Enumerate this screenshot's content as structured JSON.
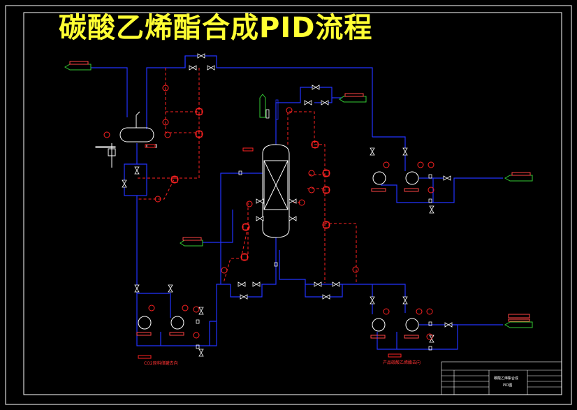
{
  "title": "碳酸乙烯酯合成PID流程",
  "labels": {
    "left_bottom": "CO2原料储罐去向",
    "right_bottom": "产品碳酸乙烯酯去向"
  },
  "title_block": {
    "line1": "碳酸乙烯酯合成",
    "line2": "PID图"
  },
  "colors": {
    "background": "#000000",
    "frame": "#ffffff",
    "process_line": "#2233ff",
    "signal_line": "#ff2222",
    "instrument": "#ff2222",
    "stream_flag": "#33cc33",
    "title": "#ffff33"
  }
}
